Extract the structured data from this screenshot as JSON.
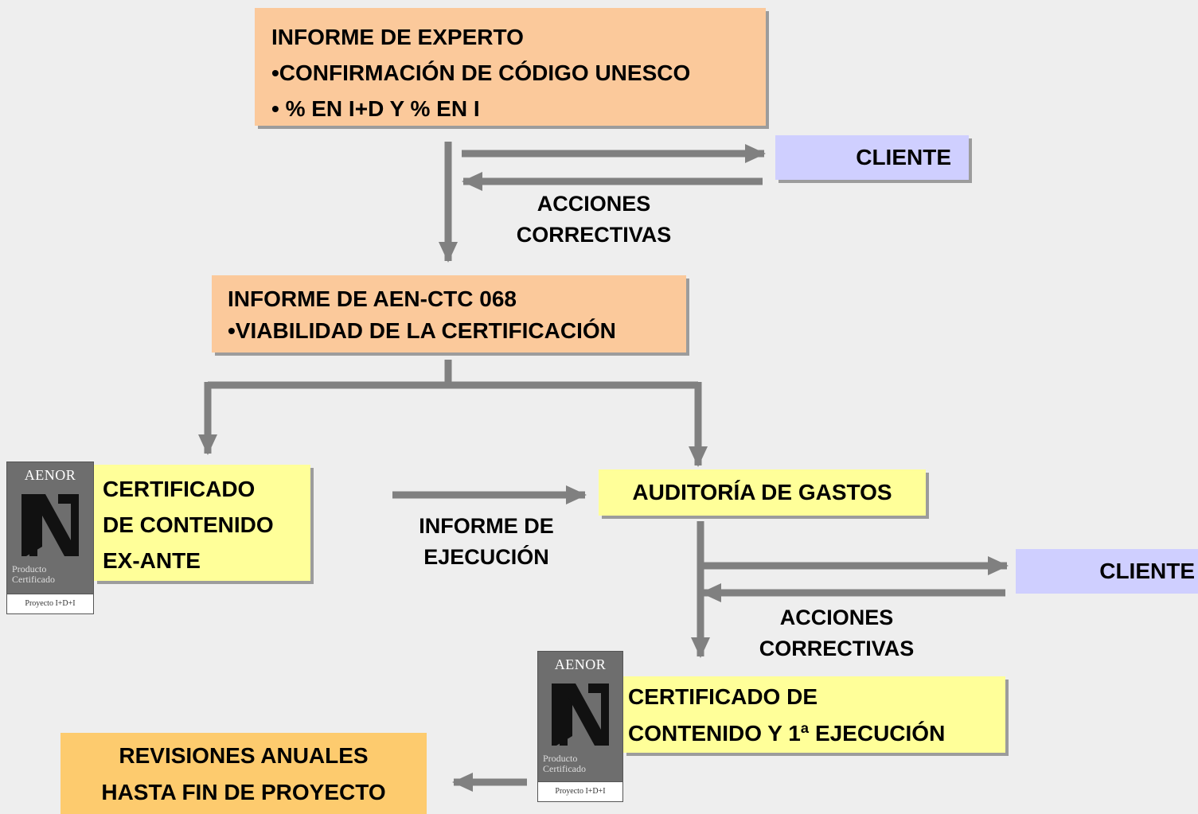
{
  "expert_report": {
    "title": "INFORME DE EXPERTO",
    "item1": "•CONFIRMACIÓN DE CÓDIGO UNESCO",
    "item2": "• % EN I+D Y % EN I"
  },
  "client_top": "CLIENTE",
  "corrective_top": {
    "line1": "ACCIONES",
    "line2": "CORRECTIVAS"
  },
  "aen_report": {
    "title": "INFORME DE AEN-CTC 068",
    "item1": "•VIABILIDAD DE LA CERTIFICACIÓN"
  },
  "cert_exante": {
    "line1": "CERTIFICADO",
    "line2": "DE CONTENIDO",
    "line3": "EX-ANTE"
  },
  "audit": "AUDITORÍA DE GASTOS",
  "execution_report": {
    "line1": "INFORME DE",
    "line2": "EJECUCIÓN"
  },
  "client_bottom": "CLIENTE",
  "corrective_bottom": {
    "line1": "ACCIONES",
    "line2": "CORRECTIVAS"
  },
  "cert_execution": {
    "line1": "CERTIFICADO DE",
    "line2": "CONTENIDO Y 1ª EJECUCIÓN"
  },
  "annual_reviews": {
    "line1": "REVISIONES ANUALES",
    "line2": "HASTA FIN DE PROYECTO"
  },
  "badge": {
    "brand": "AENOR",
    "product_line1": "Producto",
    "product_line2": "Certificado",
    "footer": "Proyecto I+D+I"
  },
  "colors": {
    "orange": "#fbc99b",
    "yellow": "#ffff99",
    "lilac": "#cfcfff",
    "gold": "#fdcb6e",
    "arrow": "#808080",
    "background": "#eeeeee"
  }
}
